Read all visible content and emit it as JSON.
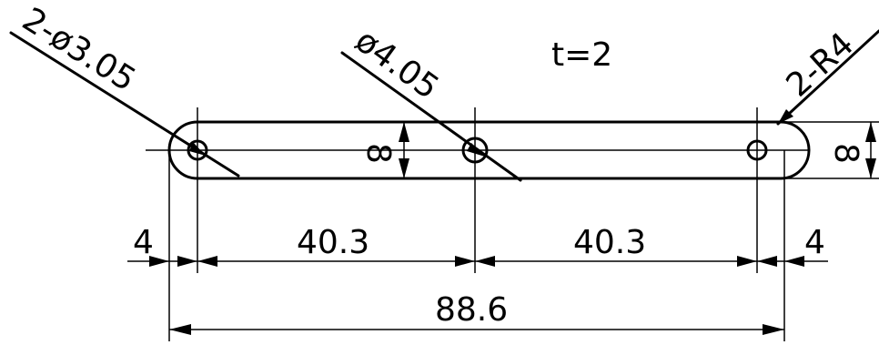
{
  "drawing": {
    "thickness_note": "t=2",
    "callouts": {
      "small_hole": "2-ø3.05",
      "center_hole": "ø4.05",
      "end_radius": "2-R4"
    },
    "dimensions": {
      "left_edge": "4",
      "left_span": "40.3",
      "right_span": "40.3",
      "right_edge": "4",
      "overall_length": "88.6",
      "width_center": "8",
      "width_right": "8"
    }
  }
}
